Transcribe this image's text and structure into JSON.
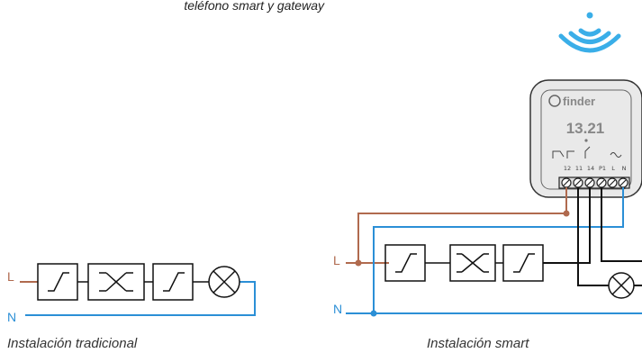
{
  "header_text": "teléfono smart y gateway",
  "colors": {
    "live": "#b06a4e",
    "neutral": "#2b8fd6",
    "wire": "#111111",
    "wifi": "#3aaee8",
    "device_body": "#ececec",
    "device_text": "#888888"
  },
  "device": {
    "brand": "finder",
    "model": "13.21",
    "terminals": [
      "12",
      "11",
      "14",
      "P1",
      "L",
      "N"
    ],
    "icon": "wifi-icon"
  },
  "traditional": {
    "caption": "Instalación tradicional",
    "live_label": "L",
    "neutral_label": "N",
    "switches": [
      "one-way-switch",
      "intermediate-switch",
      "one-way-switch"
    ],
    "load": "lamp-icon"
  },
  "smart": {
    "caption": "Instalación smart",
    "live_label": "L",
    "neutral_label": "N",
    "switches": [
      "one-way-switch",
      "intermediate-switch",
      "one-way-switch"
    ],
    "load": "lamp-icon"
  }
}
